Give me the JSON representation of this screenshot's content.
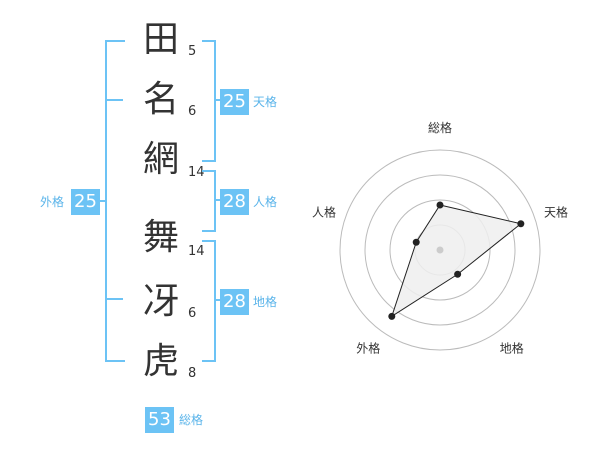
{
  "name": {
    "chars": [
      {
        "char": "田",
        "strokes": "5"
      },
      {
        "char": "名",
        "strokes": "6"
      },
      {
        "char": "網",
        "strokes": "14"
      },
      {
        "char": "舞",
        "strokes": "14"
      },
      {
        "char": "冴",
        "strokes": "6"
      },
      {
        "char": "虎",
        "strokes": "8"
      }
    ]
  },
  "fortunes": {
    "tenkaku": {
      "value": "25",
      "label": "天格"
    },
    "jinkaku": {
      "value": "28",
      "label": "人格"
    },
    "chikaku": {
      "value": "28",
      "label": "地格"
    },
    "gaikaku": {
      "value": "25",
      "label": "外格"
    },
    "soukaku": {
      "value": "53",
      "label": "総格"
    }
  },
  "chart_data": {
    "type": "radar",
    "axes": [
      "総格",
      "天格",
      "地格",
      "外格",
      "人格"
    ],
    "values": [
      0.45,
      0.85,
      0.3,
      0.82,
      0.25
    ],
    "range": [
      0,
      1
    ],
    "rings": 4
  }
}
